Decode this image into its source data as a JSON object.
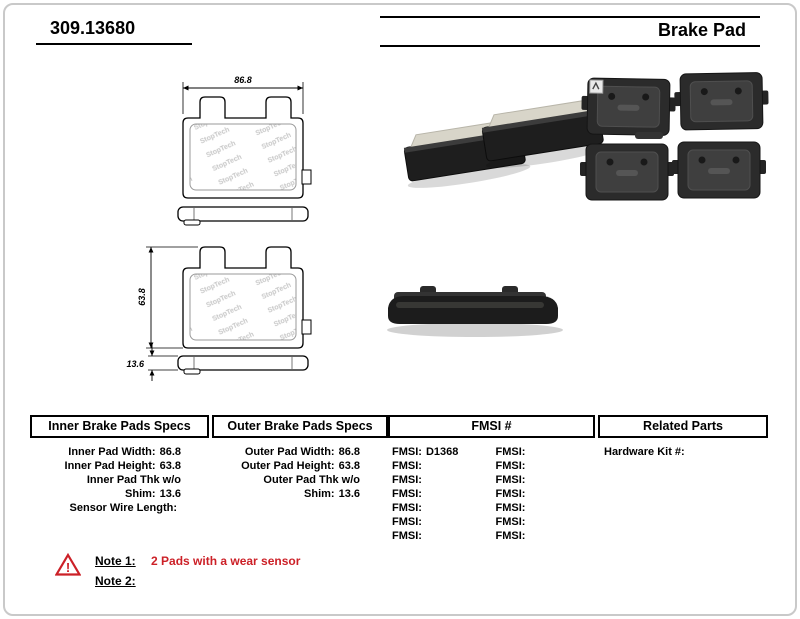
{
  "header": {
    "part_number": "309.13680",
    "product_type": "Brake Pad"
  },
  "diagram": {
    "dim_width": "86.8",
    "dim_height": "63.8",
    "dim_thickness": "13.6"
  },
  "spec_columns": {
    "inner": {
      "title": "Inner Brake Pads Specs",
      "rows": [
        {
          "label": "Inner Pad Width:",
          "value": "86.8"
        },
        {
          "label": "Inner Pad Height:",
          "value": "63.8"
        },
        {
          "label": "Inner Pad Thk w/o Shim:",
          "value": "13.6"
        },
        {
          "label": "Sensor Wire Length:",
          "value": ""
        }
      ]
    },
    "outer": {
      "title": "Outer Brake Pads Specs",
      "rows": [
        {
          "label": "Outer Pad Width:",
          "value": "86.8"
        },
        {
          "label": "Outer Pad Height:",
          "value": "63.8"
        },
        {
          "label": "Outer Pad Thk w/o Shim:",
          "value": "13.6"
        }
      ]
    },
    "fmsi": {
      "title": "FMSI #",
      "rows": [
        {
          "left_label": "FMSI:",
          "left_value": "D1368",
          "right_label": "FMSI:",
          "right_value": ""
        },
        {
          "left_label": "FMSI:",
          "left_value": "",
          "right_label": "FMSI:",
          "right_value": ""
        },
        {
          "left_label": "FMSI:",
          "left_value": "",
          "right_label": "FMSI:",
          "right_value": ""
        },
        {
          "left_label": "FMSI:",
          "left_value": "",
          "right_label": "FMSI:",
          "right_value": ""
        },
        {
          "left_label": "FMSI:",
          "left_value": "",
          "right_label": "FMSI:",
          "right_value": ""
        },
        {
          "left_label": "FMSI:",
          "left_value": "",
          "right_label": "FMSI:",
          "right_value": ""
        },
        {
          "left_label": "FMSI:",
          "left_value": "",
          "right_label": "FMSI:",
          "right_value": ""
        }
      ]
    },
    "related": {
      "title": "Related Parts",
      "rows": [
        {
          "label": "Hardware Kit #:",
          "value": ""
        }
      ]
    }
  },
  "notes": {
    "note1_label": "Note 1:",
    "note1_text": "2 Pads with a wear sensor",
    "note2_label": "Note 2:",
    "note2_text": ""
  },
  "colors": {
    "note_red": "#cc2027",
    "line_black": "#000000"
  }
}
